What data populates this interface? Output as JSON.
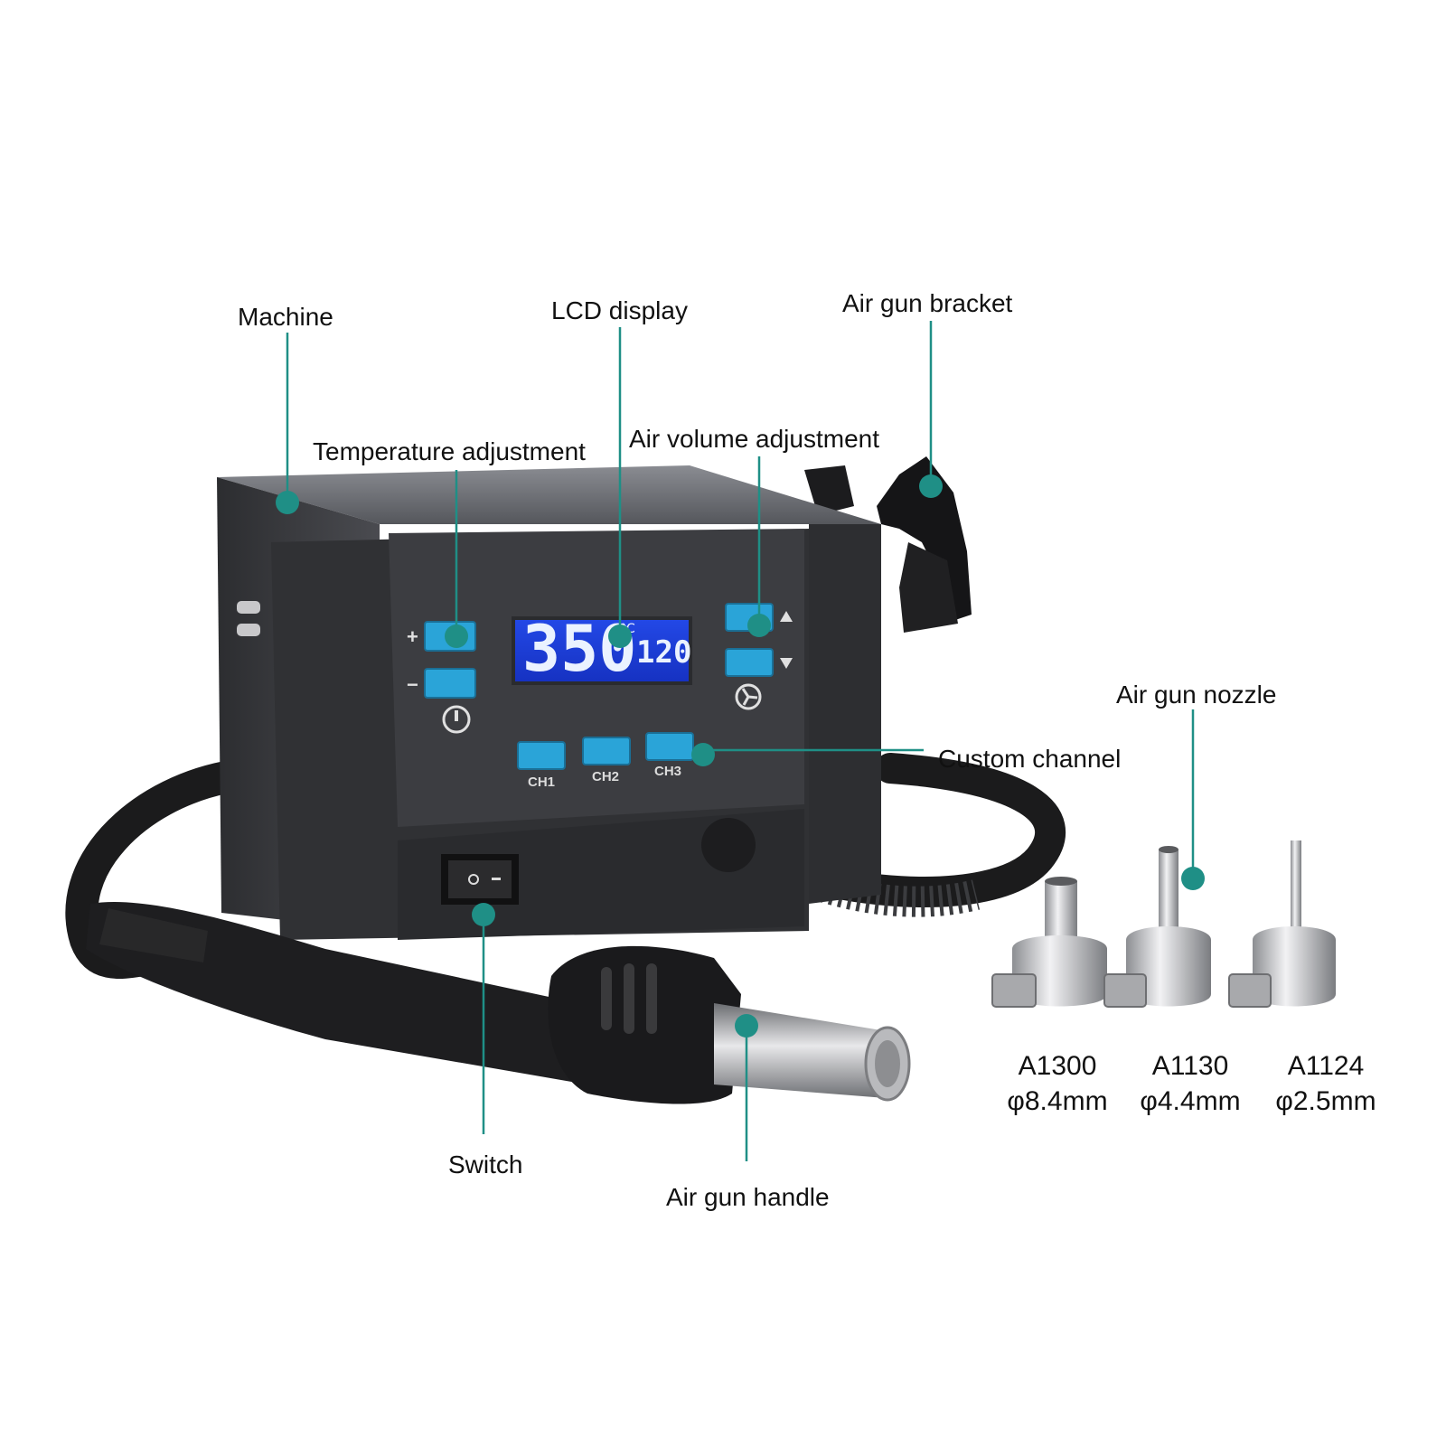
{
  "labels": {
    "machine": "Machine",
    "lcd_display": "LCD display",
    "air_gun_bracket": "Air gun bracket",
    "temperature_adjustment": "Temperature adjustment",
    "air_volume_adjustment": "Air volume adjustment",
    "air_gun_nozzle": "Air gun nozzle",
    "custom_channel": "Custom channel",
    "switch": "Switch",
    "air_gun_handle": "Air gun handle"
  },
  "lcd": {
    "temperature": "350",
    "unit": "°C",
    "air_volume": "120"
  },
  "channels": [
    "CH1",
    "CH2",
    "CH3"
  ],
  "nozzles": [
    {
      "model": "A1300",
      "diameter": "φ8.4mm"
    },
    {
      "model": "A1130",
      "diameter": "φ4.4mm"
    },
    {
      "model": "A1124",
      "diameter": "φ2.5mm"
    }
  ],
  "colors": {
    "accent_teal": "#1f8f86",
    "button_blue": "#2aa4d8",
    "lcd_blue": "#1d3fd6",
    "body_dark": "#3a3b3f"
  }
}
